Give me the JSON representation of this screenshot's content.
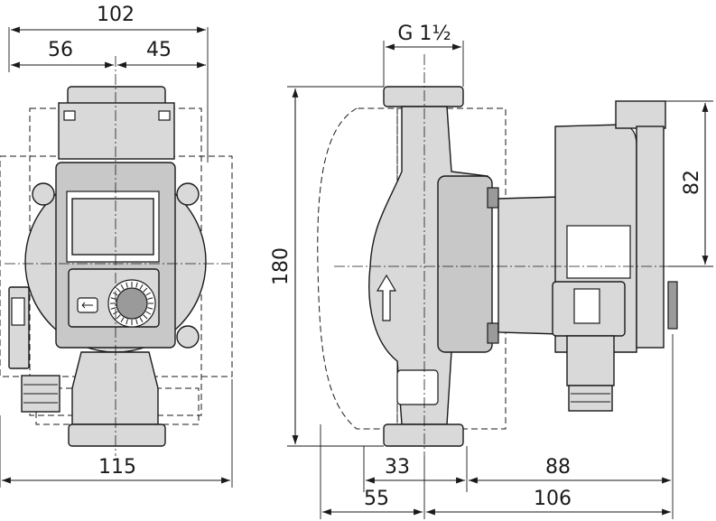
{
  "dimensions": {
    "front_total_width": "102",
    "front_left_half": "56",
    "front_right_half": "45",
    "front_base_width": "115",
    "side_connection": "G 1½",
    "side_total_height": "180",
    "side_motor_height": "82",
    "side_inlet_offset": "33",
    "side_motor_depth": "88",
    "side_left_depth": "55",
    "side_right_depth": "106"
  },
  "colors": {
    "line": "#1a1a1a",
    "housing": "#d9d9d9",
    "shade": "#9a9a9a"
  },
  "icons": {
    "flow_arrow": "flow-direction-arrow-icon",
    "control_knob": "speed-control-knob-icon",
    "mode_button": "mode-button-icon"
  }
}
